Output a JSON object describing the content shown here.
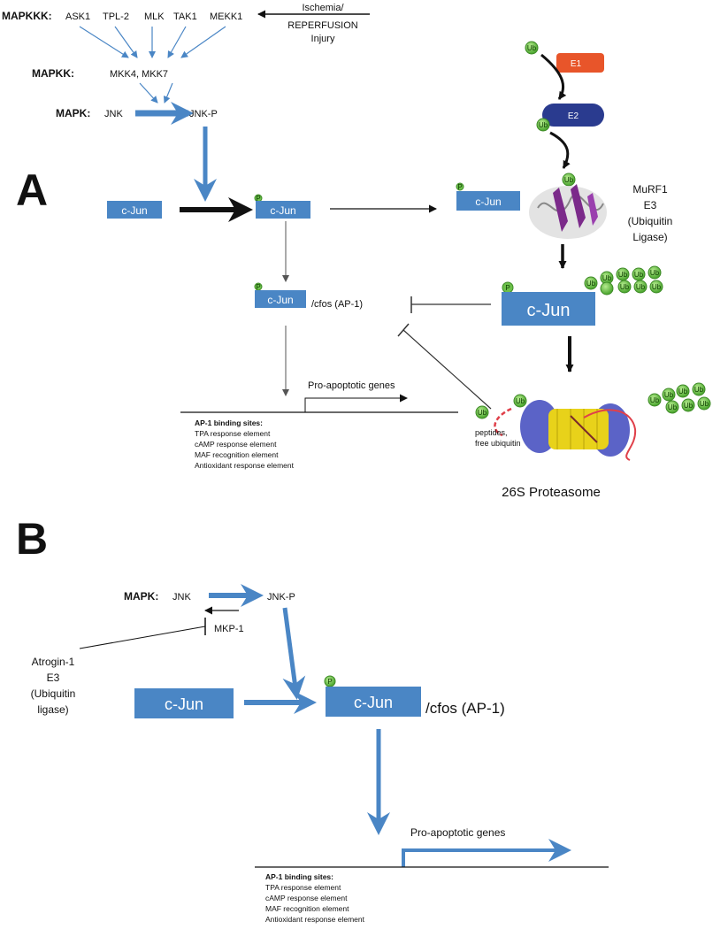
{
  "panelA": {
    "label": "A",
    "mapkkk_label": "MAPKKK:",
    "mapkkk_items": [
      "ASK1",
      "TPL-2",
      "MLK",
      "TAK1",
      "MEKK1"
    ],
    "stimulus": [
      "Ischemia/",
      "REPERFUSION",
      "Injury"
    ],
    "mapkk_label": "MAPKK:",
    "mapkk_items": "MKK4, MKK7",
    "mapk_label": "MAPK:",
    "jnk": "JNK",
    "jnkp": "JNK-P",
    "cjun": "c-Jun",
    "cjun_p": "c-Jun",
    "cjun_ub": "c-Jun",
    "cjun_ap1": "c-Jun",
    "cfos": "/cfos (AP-1)",
    "big_cjun": "c-Jun",
    "e1": "E1",
    "e2": "E2",
    "murf1": [
      "MuRF1",
      "E3",
      "(Ubiquitin",
      "Ligase)"
    ],
    "pro_apoptotic": "Pro-apoptotic genes",
    "ap1_title": "AP-1 binding sites:",
    "ap1_sites": [
      "TPA response element",
      "cAMP response element",
      "MAF recognition element",
      "Antioxidant response element"
    ],
    "peptides": [
      "peptides,",
      "free ubiquitin"
    ],
    "proteasome": "26S Proteasome",
    "ub": "Ub",
    "p": "P"
  },
  "panelB": {
    "label": "B",
    "mapk_label": "MAPK:",
    "jnk": "JNK",
    "jnkp": "JNK-P",
    "mkp1": "MKP-1",
    "atrogin": [
      "Atrogin-1",
      "E3",
      "(Ubiquitin",
      "ligase)"
    ],
    "cjun": "c-Jun",
    "cjun_p": "c-Jun",
    "cfos": "/cfos (AP-1)",
    "pro_apoptotic": "Pro-apoptotic genes",
    "ap1_title": "AP-1 binding sites:",
    "ap1_sites": [
      "TPA response element",
      "cAMP response element",
      "MAF recognition element",
      "Antioxidant response element"
    ],
    "p": "P"
  },
  "colors": {
    "blue": "#4a86c5",
    "ub_green": "#6cc04a",
    "e1": "#e8552a",
    "e2": "#2a3b8f",
    "murf": "#7b2a8a",
    "proteasome_blue": "#5b63c7",
    "proteasome_yellow": "#e8d21a"
  }
}
